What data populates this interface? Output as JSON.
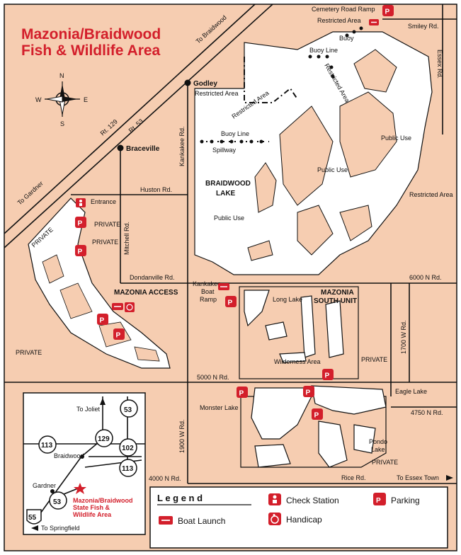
{
  "title_line1": "Mazonia/Braidwood",
  "title_line2": "Fish & Wildlife Area",
  "compass": {
    "n": "N",
    "s": "S",
    "e": "E",
    "w": "W"
  },
  "towns": {
    "godley": "Godley",
    "braceville": "Braceville"
  },
  "roads": {
    "rt129": "Rt. 129",
    "rt53": "Rt. 53",
    "to_braidwood": "To Braidwood",
    "to_gardner": "To Gardner",
    "huston": "Huston Rd.",
    "dondanville": "Dondanville Rd.",
    "mitchell": "Mitchell Rd.",
    "kankakee": "Kankakee Rd.",
    "smiley": "Smiley Rd.",
    "essex": "Essex Rd.",
    "n6000": "6000 N Rd.",
    "n5000": "5000 N Rd.",
    "n4750": "4750 N Rd.",
    "n4000": "4000 N Rd.",
    "w1900": "1900 W Rd.",
    "w1700": "1700 W Rd.",
    "rice": "Rice Rd.",
    "to_essex": "To Essex Town"
  },
  "labels": {
    "cemetery_ramp": "Cemetery Road Ramp",
    "restricted_top": "Restricted Area",
    "buoy": "Buoy",
    "buoy_line_top": "Buoy Line",
    "restricted_diag1": "Restricted Area",
    "restricted_godley": "Restricted Area",
    "restricted_diag2": "Restricted Area",
    "buoy_line_left": "Buoy Line",
    "spillway": "Spillway",
    "braidwood_lake_1": "BRAIDWOOD",
    "braidwood_lake_2": "LAKE",
    "public_use_1": "Public Use",
    "public_use_2": "Public Use",
    "public_use_3": "Public Use",
    "restricted_right": "Restricted Area",
    "entrance": "Entrance",
    "private_1": "PRIVATE",
    "private_2": "PRIVATE",
    "private_3": "PRIVATE",
    "private_4": "PRIVATE",
    "private_5": "PRIVATE",
    "mazonia_access": "MAZONIA ACCESS",
    "kankakee_ramp_1": "Kankakee",
    "kankakee_ramp_2": "Boat",
    "kankakee_ramp_3": "Ramp",
    "mazonia_south_1": "MAZONIA",
    "mazonia_south_2": "SOUTH UNIT",
    "long_lake": "Long Lake",
    "wilderness_area": "Wilderness Area",
    "monster_lake": "Monster Lake",
    "eagle_lake": "Eagle Lake",
    "pondo_lake_1": "Pondo",
    "pondo_lake_2": "Lake"
  },
  "parking_symbol": "P",
  "inset": {
    "to_joliet": "To Joliet",
    "braidwood": "Braidwood",
    "gardner": "Gardner",
    "to_springfield": "To Springfield",
    "highway_53_top": "53",
    "highway_129": "129",
    "highway_102": "102",
    "highway_113_left": "113",
    "highway_113_right": "113",
    "highway_53_bottom": "53",
    "highway_55": "55",
    "star_label_1": "Mazonia/Braidwood",
    "star_label_2": "State Fish &",
    "star_label_3": "Wildlife Area"
  },
  "legend": {
    "heading": "L e g e n d",
    "check_station": "Check Station",
    "parking": "Parking",
    "boat_launch": "Boat Launch",
    "handicap": "Handicap"
  },
  "colors": {
    "land": "#f6cdb1",
    "accent_red": "#d31f2b",
    "water": "#ffffff"
  }
}
